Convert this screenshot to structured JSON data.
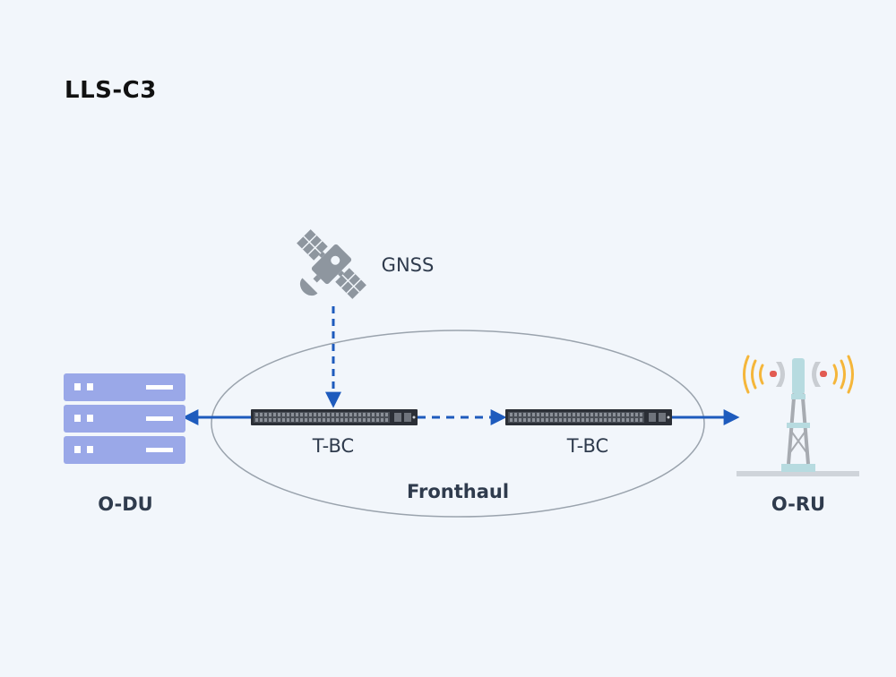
{
  "title": "LLS-C3",
  "labels": {
    "gnss": "GNSS",
    "tbc_left": "T-BC",
    "tbc_right": "T-BC",
    "fronthaul": "Fronthaul",
    "odu": "O-DU",
    "oru": "O-RU"
  },
  "colors": {
    "arrow": "#1e5bbd",
    "server": "#9aa8e8",
    "switch": "#2b2f36",
    "satellite": "#8e969f",
    "ellipse": "#9aa3ad",
    "signal": "#f5b63a"
  },
  "icons": {
    "satellite": "satellite-icon",
    "server": "server-stack-icon",
    "switch": "network-switch-icon",
    "tower": "radio-tower-icon"
  }
}
